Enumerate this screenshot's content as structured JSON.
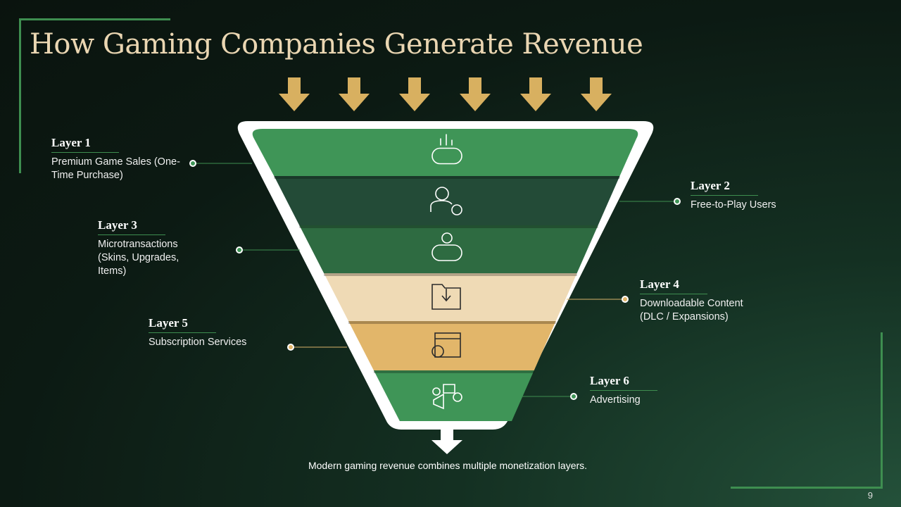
{
  "title": "How Gaming Companies Generate Revenue",
  "layers": [
    {
      "label": "Layer 1",
      "text": "Premium Game Sales (One-Time Purchase)",
      "icon": "gamepad-chart-icon",
      "color": "#3f9557"
    },
    {
      "label": "Layer 2",
      "text": "Free-to-Play Users",
      "icon": "user-play-icon",
      "color": "#234b37"
    },
    {
      "label": "Layer 3",
      "text": "Microtransactions (Skins, Upgrades, Items)",
      "icon": "gamepad-coin-icon",
      "color": "#2e6b41"
    },
    {
      "label": "Layer 4",
      "text": "Downloadable Content (DLC / Expansions)",
      "icon": "folder-download-icon",
      "color": "#efdab5"
    },
    {
      "label": "Layer 5",
      "text": "Subscription Services",
      "icon": "calendar-coin-icon",
      "color": "#e2b66a"
    },
    {
      "label": "Layer 6",
      "text": "Advertising",
      "icon": "megaphone-ads-icon",
      "color": "#3f9557"
    }
  ],
  "caption": "Modern gaming revenue combines multiple monetization layers.",
  "page_number": "9",
  "colors": {
    "accent": "#3e8e50",
    "arrow": "#d8b060",
    "title": "#ead6b2"
  }
}
